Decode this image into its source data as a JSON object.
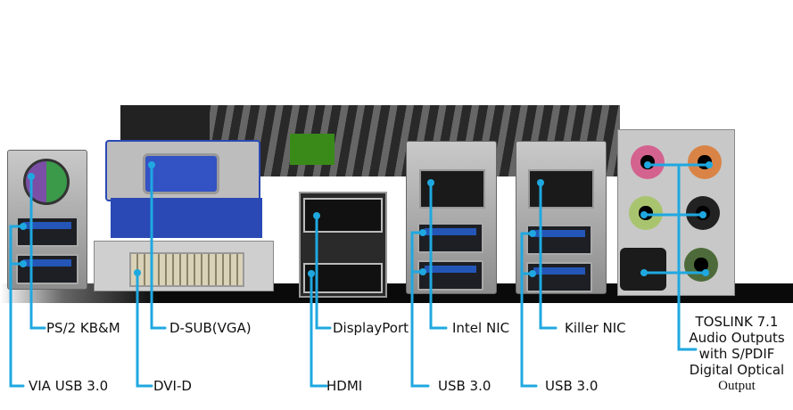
{
  "title": "Motherboard rear I/O panel",
  "colors": {
    "leader_line": "#1fa8e0",
    "label_text": "#111111",
    "background": "#ffffff"
  },
  "labels": {
    "ps2": "PS/2 KB&M",
    "via_usb": "VIA USB 3.0",
    "dsub": "D-SUB(VGA)",
    "dvi": "DVI-D",
    "displayport": "DisplayPort",
    "hdmi": "HDMI",
    "intel_nic": "Intel NIC",
    "usb_a": "USB 3.0",
    "killer_nic": "Killer NIC",
    "usb_b": "USB 3.0",
    "audio_line1": "TOSLINK 7.1",
    "audio_line2": "Audio Outputs",
    "audio_line3": "with S/PDIF",
    "audio_line4": "Digital Optical",
    "audio_line5": "Output"
  }
}
